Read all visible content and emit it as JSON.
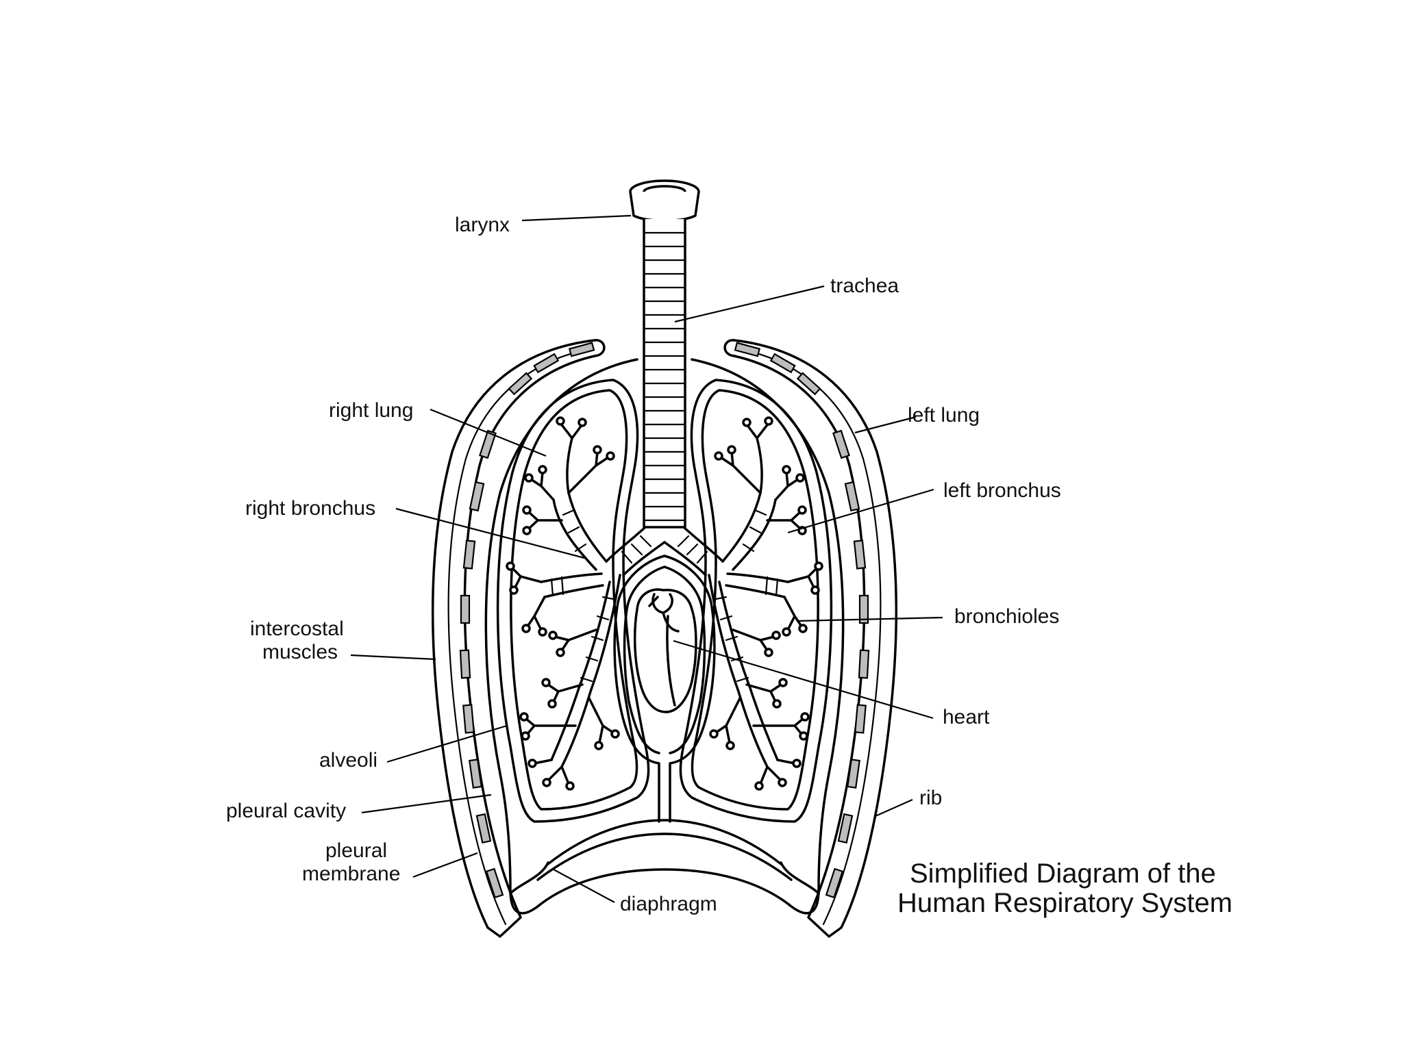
{
  "title": {
    "line1": "Simplified Diagram of the",
    "line2": "Human Respiratory System"
  },
  "labels": {
    "larynx": "larynx",
    "trachea": "trachea",
    "right_lung": "right lung",
    "left_lung": "left lung",
    "right_bronchus": "right bronchus",
    "left_bronchus": "left bronchus",
    "intercostal_muscles_line1": "intercostal",
    "intercostal_muscles_line2": "muscles",
    "bronchioles": "bronchioles",
    "heart": "heart",
    "alveoli": "alveoli",
    "pleural_cavity": "pleural cavity",
    "pleural_membrane_line1": "pleural",
    "pleural_membrane_line2": "membrane",
    "diaphragm": "diaphragm",
    "rib": "rib"
  },
  "colors": {
    "ink": "#000000",
    "rib_fill": "#bdbdbd",
    "background": "#ffffff"
  }
}
